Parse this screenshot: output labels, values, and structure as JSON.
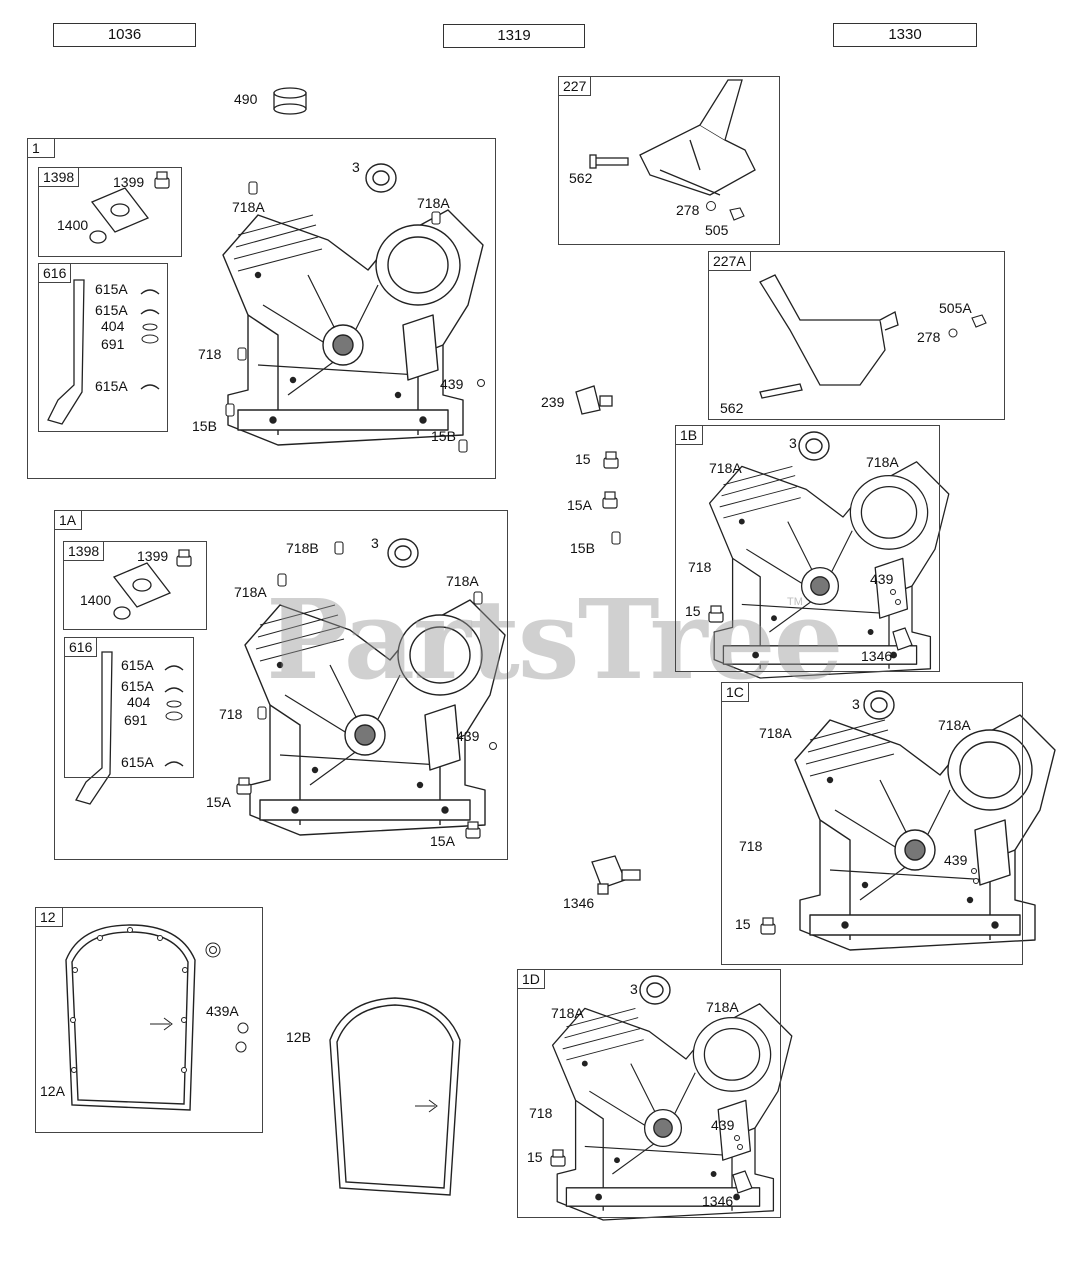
{
  "header": {
    "boxes": [
      "1036",
      "1319",
      "1330"
    ]
  },
  "watermark": "PartsTree",
  "watermark_tm": "TM",
  "groups": {
    "g1": {
      "tag": "1",
      "sub1398": {
        "tag": "1398",
        "labels": [
          "1399",
          "1400"
        ]
      },
      "sub616": {
        "tag": "616",
        "labels": [
          "615A",
          "615A",
          "404",
          "691",
          "615A"
        ]
      },
      "labels": [
        "3",
        "718A",
        "718A",
        "718",
        "439",
        "15B",
        "15B"
      ]
    },
    "g1A": {
      "tag": "1A",
      "sub1398": {
        "tag": "1398",
        "labels": [
          "1399",
          "1400"
        ]
      },
      "sub616": {
        "tag": "616",
        "labels": [
          "615A",
          "615A",
          "404",
          "691",
          "615A"
        ]
      },
      "labels": [
        "718B",
        "3",
        "718A",
        "718A",
        "718",
        "439",
        "15A",
        "15A"
      ]
    },
    "g12": {
      "tag": "12",
      "labels": [
        "439A",
        "12A"
      ]
    },
    "g227": {
      "tag": "227",
      "labels": [
        "562",
        "278",
        "505"
      ]
    },
    "g227A": {
      "tag": "227A",
      "labels": [
        "505A",
        "278",
        "562"
      ]
    },
    "g1B": {
      "tag": "1B",
      "labels": [
        "3",
        "718A",
        "718A",
        "718",
        "439",
        "15",
        "1346"
      ]
    },
    "g1C": {
      "tag": "1C",
      "labels": [
        "3",
        "718A",
        "718A",
        "718",
        "439",
        "15"
      ]
    },
    "g1D": {
      "tag": "1D",
      "labels": [
        "3",
        "718A",
        "718A",
        "718",
        "439",
        "15",
        "1346"
      ]
    }
  },
  "loose_labels": [
    "490",
    "239",
    "15",
    "15A",
    "15B",
    "1346",
    "12B"
  ]
}
